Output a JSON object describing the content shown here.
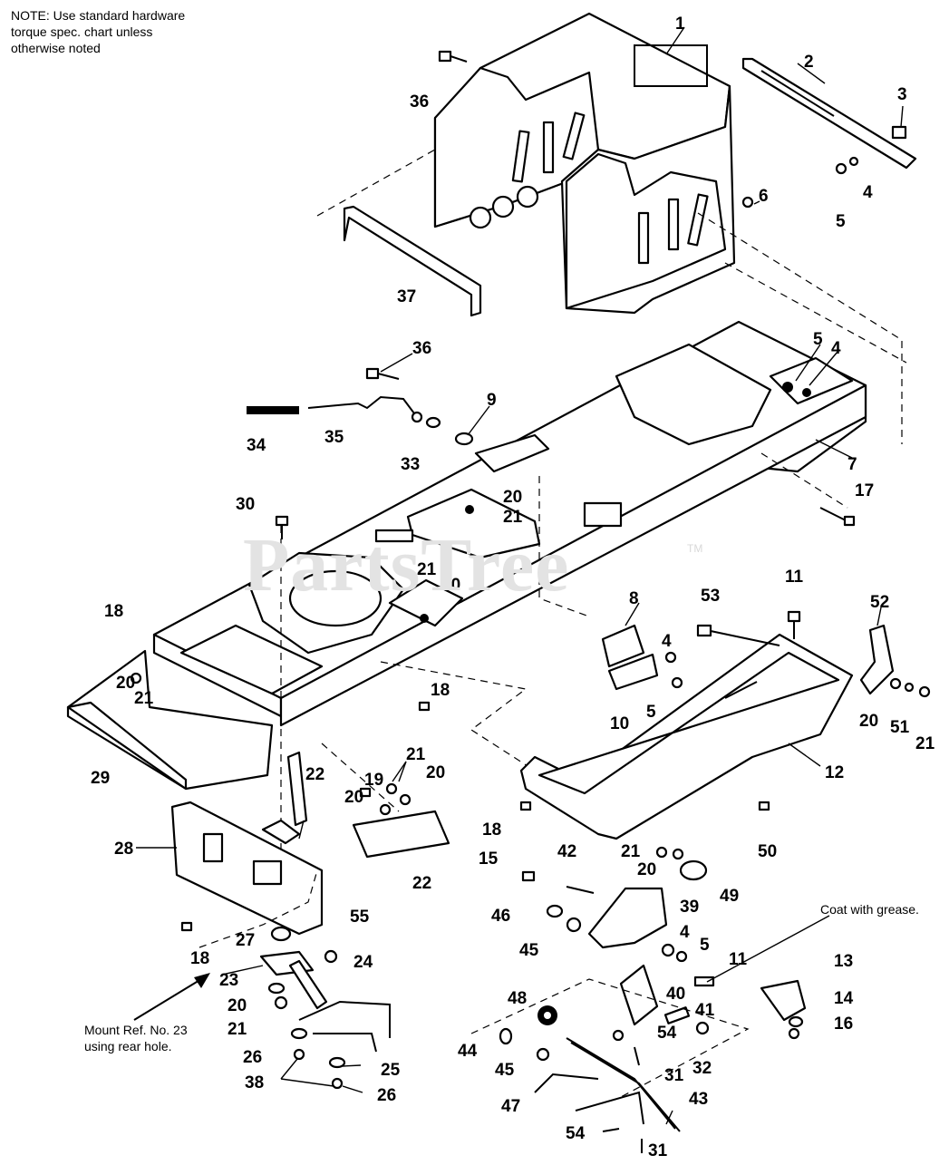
{
  "note": {
    "line1": "NOTE: Use standard hardware",
    "line2": "torque spec. chart unless",
    "line3": "otherwise noted"
  },
  "watermark": "PartsTree",
  "trademark": "TM",
  "callouts": {
    "grease": "Coat with grease.",
    "mount_line1": "Mount Ref. No. 23",
    "mount_line2": "using rear hole."
  },
  "labels": [
    "1",
    "2",
    "3",
    "4",
    "5",
    "6",
    "36",
    "37",
    "36",
    "9",
    "35",
    "34",
    "33",
    "7",
    "5",
    "4",
    "17",
    "30",
    "20",
    "21",
    "20",
    "21",
    "18",
    "20",
    "21",
    "8",
    "4",
    "10",
    "5",
    "11",
    "53",
    "52",
    "20",
    "51",
    "21",
    "12",
    "18",
    "19",
    "21",
    "20",
    "20",
    "22",
    "29",
    "22",
    "28",
    "18",
    "27",
    "55",
    "23",
    "20",
    "21",
    "24",
    "26",
    "25",
    "38",
    "26",
    "18",
    "15",
    "42",
    "46",
    "45",
    "39",
    "21",
    "20",
    "49",
    "50",
    "4",
    "5",
    "11",
    "40",
    "41",
    "48",
    "54",
    "32",
    "13",
    "14",
    "16",
    "44",
    "45",
    "31",
    "47",
    "43",
    "54",
    "31"
  ]
}
